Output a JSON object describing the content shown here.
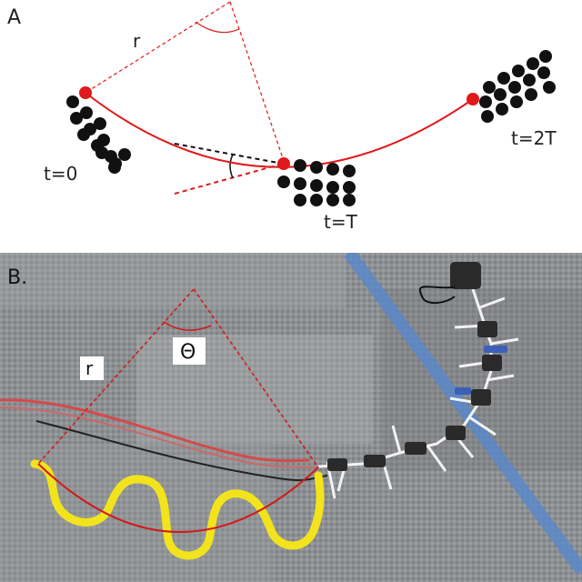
{
  "panel_a": {
    "label": "A",
    "radius_label": "r",
    "time_labels": {
      "t0": "t=0",
      "tT": "t=T",
      "t2T": "t=2T"
    },
    "colors": {
      "arc": "#e0191b",
      "dots": "#111111",
      "guide": "#e0191b"
    }
  },
  "panel_b": {
    "label": "B.",
    "radius_label": "r",
    "angle_label": "Θ",
    "colors": {
      "arc": "#d11a1a",
      "trail": "#f2e31c",
      "floor": "#8a8d8f",
      "tape": "#5b88c9"
    }
  }
}
